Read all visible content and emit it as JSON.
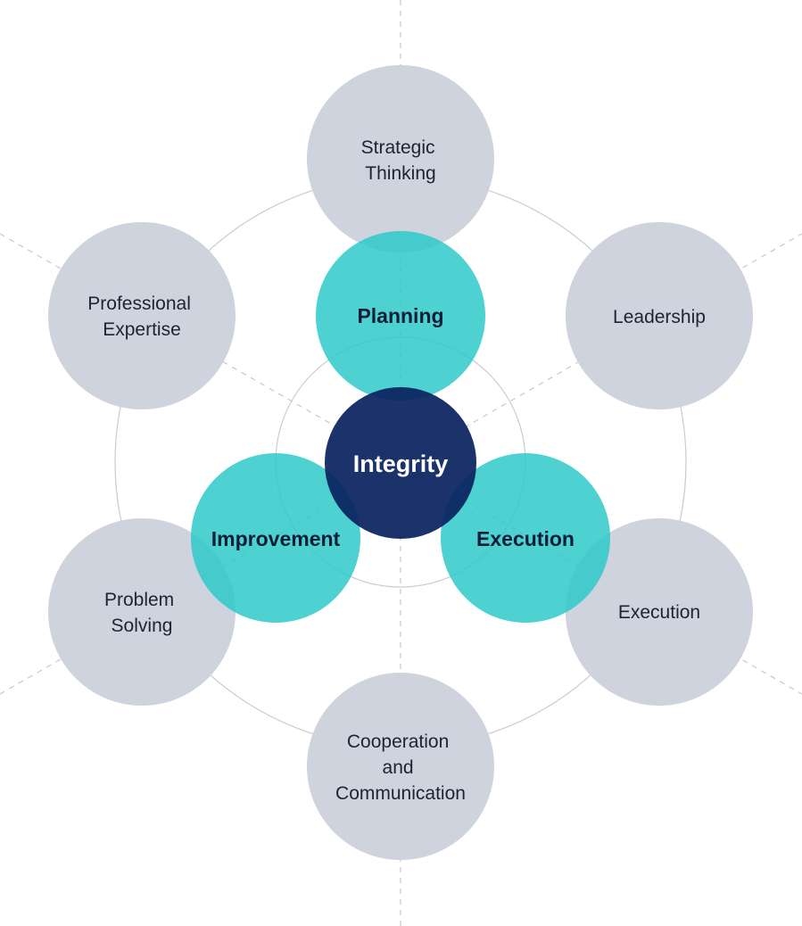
{
  "colors": {
    "outer_fill": "#cfd3de",
    "inner_fill": "#2ec9c9",
    "center_fill": "#0b2260",
    "guide_line": "#c8c8c8"
  },
  "center": {
    "label": "Integrity"
  },
  "inner_nodes": [
    {
      "name": "planning",
      "label": "Planning"
    },
    {
      "name": "improvement",
      "label": "Improvement"
    },
    {
      "name": "execution",
      "label": "Execution"
    }
  ],
  "outer_nodes": [
    {
      "name": "strategic-thinking",
      "lines": [
        "Strategic",
        "Thinking"
      ]
    },
    {
      "name": "leadership",
      "lines": [
        "Leadership"
      ]
    },
    {
      "name": "execution",
      "lines": [
        "Execution"
      ]
    },
    {
      "name": "cooperation-and-communication",
      "lines": [
        "Cooperation",
        "and",
        "Communication"
      ]
    },
    {
      "name": "problem-solving",
      "lines": [
        "Problem",
        "Solving"
      ]
    },
    {
      "name": "professional-expertise",
      "lines": [
        "Professional",
        "Expertise"
      ]
    }
  ]
}
